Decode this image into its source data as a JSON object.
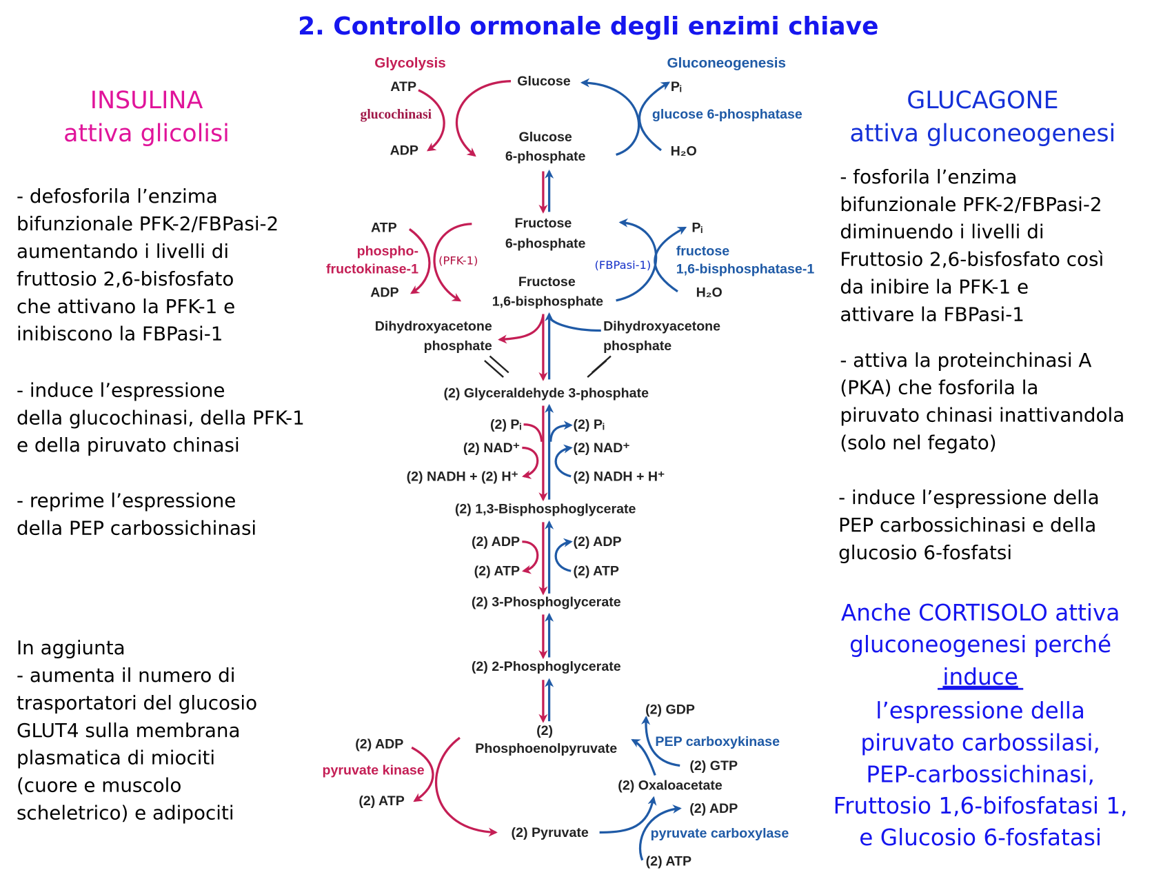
{
  "title": "2. Controllo ormonale degli enzimi chiave",
  "left": {
    "heading": "INSULINA",
    "subheading": "attiva glicolisi",
    "blocks": [
      [
        "- defosforila l’enzima",
        "bifunzionale PFK-2/FBPasi-2",
        "aumentando i livelli di",
        "fruttosio 2,6-bisfosfato",
        "che attivano la PFK-1 e",
        "inibiscono la FBPasi-1"
      ],
      [
        "- induce l’espressione",
        "della glucochinasi, della PFK-1",
        "e della piruvato chinasi"
      ],
      [
        "- reprime l’espressione",
        "della PEP carbossichinasi"
      ],
      [
        "In aggiunta",
        "- aumenta il numero di",
        "trasportatori del glucosio",
        "GLUT4 sulla membrana",
        "plasmatica di miociti",
        "(cuore e muscolo",
        "scheletrico) e adipociti"
      ]
    ]
  },
  "right": {
    "heading": "GLUCAGONE",
    "subheading": "attiva gluconeogenesi",
    "blocks": [
      [
        "- fosforila l’enzima",
        "bifunzionale PFK-2/FBPasi-2",
        "diminuendo i livelli di",
        "Fruttosio 2,6-bisfosfato così",
        "da inibire la PFK-1 e",
        "attivare la FBPasi-1"
      ],
      [
        "- attiva la proteinchinasi A",
        "(PKA) che fosforila la",
        "piruvato chinasi inattivandola",
        "(solo nel fegato)"
      ],
      [
        "- induce l’espressione della",
        "PEP carbossichinasi e della",
        "glucosio 6-fosfatsi"
      ]
    ],
    "cortisol": [
      "Anche CORTISOLO attiva",
      "gluconeogenesi perché",
      "induce",
      "l’espressione della",
      "piruvato carbossilasi,",
      "PEP-carbossichinasi,",
      "Fruttosio 1,6-bifosfatasi 1,",
      "e Glucosio 6-fosfatasi"
    ]
  },
  "diagram": {
    "glycolysis": "Glycolysis",
    "gluconeogenesis": "Gluconeogenesis",
    "atp1": "ATP",
    "glucose": "Glucose",
    "pi1": "Pᵢ",
    "glucochinasi": "glucochinasi",
    "g6pase": "glucose 6-phosphatase",
    "g6p_1": "Glucose",
    "g6p_2": "6-phosphate",
    "adp1": "ADP",
    "h2o1": "H₂O",
    "atp2": "ATP",
    "f6p_1": "Fructose",
    "f6p_2": "6-phosphate",
    "pi2": "Pᵢ",
    "pfk_1": "phospho-",
    "pfk_2": "fructokinase-1",
    "pfk_abbr": "(PFK-1)",
    "fbp_abbr": "(FBPasi-1)",
    "fbp_1": "fructose",
    "fbp_2": "1,6-bisphosphatase-1",
    "adp2": "ADP",
    "f16bp_1": "Fructose",
    "f16bp_2": "1,6-bisphosphate",
    "h2o2": "H₂O",
    "dhap_l1": "Dihydroxyacetone",
    "dhap_l2": "phosphate",
    "dhap_r1": "Dihydroxyacetone",
    "dhap_r2": "phosphate",
    "g3p": "(2) Glyceraldehyde 3-phosphate",
    "pi_l": "(2) Pᵢ",
    "pi_r": "(2) Pᵢ",
    "nad_l": "(2) NAD⁺",
    "nad_r": "(2) NAD⁺",
    "nadh_l": "(2) NADH + (2) H⁺",
    "nadh_r": "(2) NADH + H⁺",
    "bpg": "(2) 1,3-Bisphosphoglycerate",
    "adp_l": "(2) ADP",
    "adp_r": "(2) ADP",
    "atp_l": "(2) ATP",
    "atp_r": "(2) ATP",
    "pg3": "(2) 3-Phosphoglycerate",
    "pg2": "(2) 2-Phosphoglycerate",
    "pep_1": "(2)",
    "pep_2": "Phosphoenolpyruvate",
    "pk_adp": "(2) ADP",
    "pk": "pyruvate kinase",
    "pk_atp": "(2) ATP",
    "gdp": "(2) GDP",
    "pepck": "PEP carboxykinase",
    "gtp": "(2) GTP",
    "oaa": "(2) Oxaloacetate",
    "pc_adp": "(2) ADP",
    "pc": "pyruvate carboxylase",
    "pc_atp": "(2) ATP",
    "pyruvate": "(2) Pyruvate"
  },
  "colors": {
    "glycolysis": "#c41e55",
    "gluconeogenesis": "#1f5aa6",
    "insulin": "#e0149a",
    "glucagon": "#1530d8",
    "title": "#1616ee"
  }
}
